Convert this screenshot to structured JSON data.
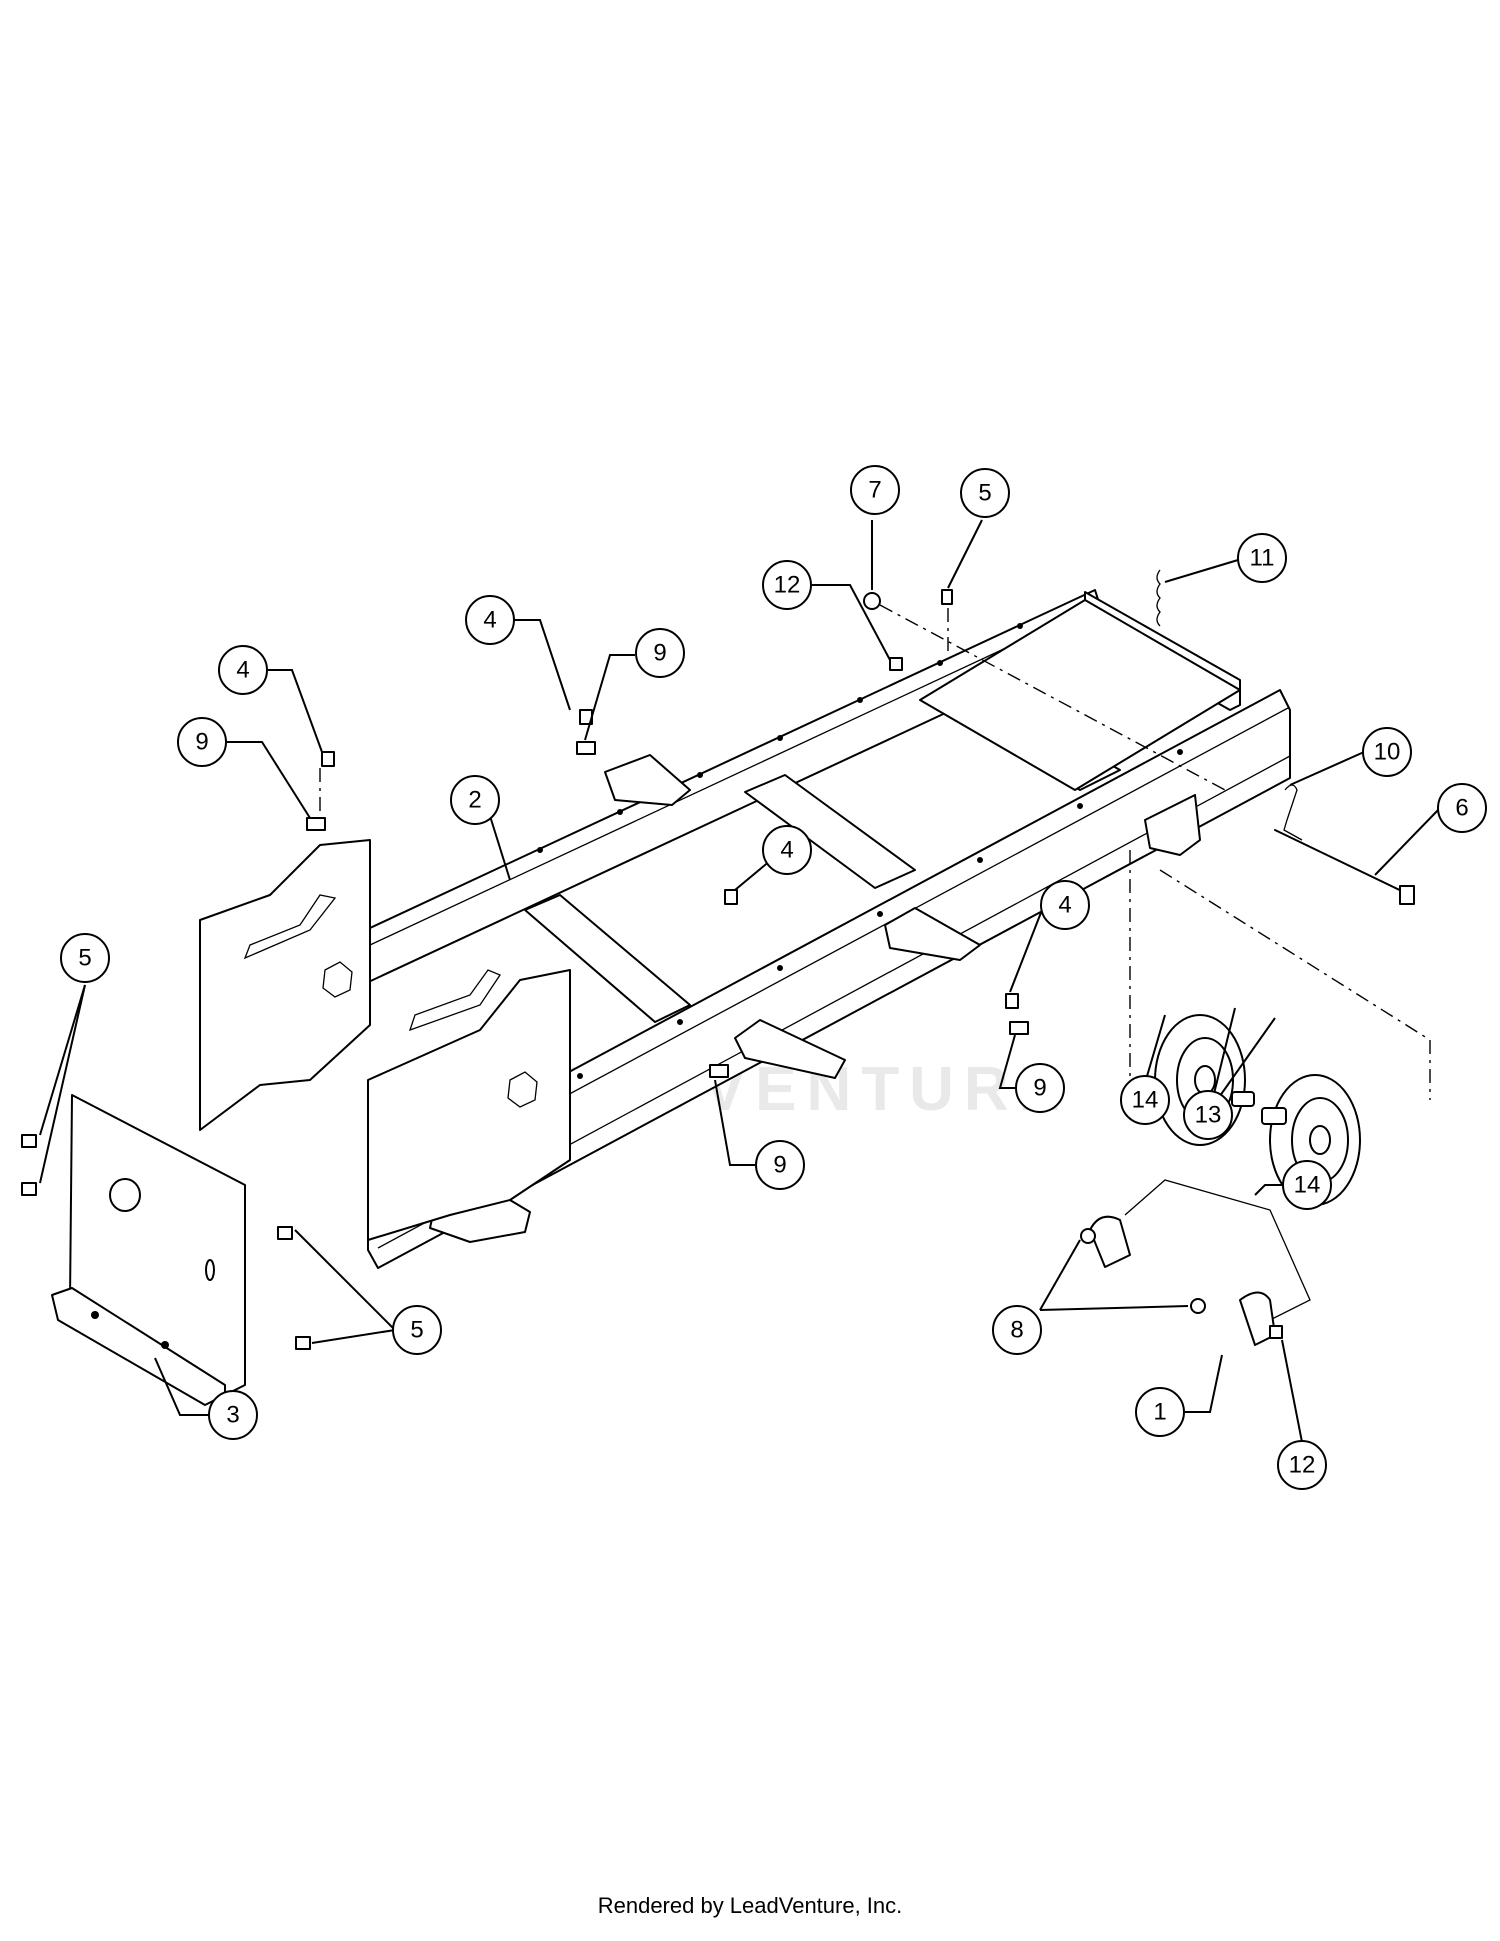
{
  "watermark": "LEADVENTURE",
  "footer": "Rendered by LeadVenture, Inc.",
  "callouts": [
    {
      "id": "c7",
      "label": "7"
    },
    {
      "id": "c5a",
      "label": "5"
    },
    {
      "id": "c12a",
      "label": "12"
    },
    {
      "id": "c11",
      "label": "11"
    },
    {
      "id": "c4a",
      "label": "4"
    },
    {
      "id": "c9a",
      "label": "9"
    },
    {
      "id": "c4b",
      "label": "4"
    },
    {
      "id": "c9b",
      "label": "9"
    },
    {
      "id": "c2",
      "label": "2"
    },
    {
      "id": "c10",
      "label": "10"
    },
    {
      "id": "c6",
      "label": "6"
    },
    {
      "id": "c4c",
      "label": "4"
    },
    {
      "id": "c4d",
      "label": "4"
    },
    {
      "id": "c5b",
      "label": "5"
    },
    {
      "id": "c9c",
      "label": "9"
    },
    {
      "id": "c14a",
      "label": "14"
    },
    {
      "id": "c13",
      "label": "13"
    },
    {
      "id": "c9d",
      "label": "9"
    },
    {
      "id": "c14b",
      "label": "14"
    },
    {
      "id": "c5c",
      "label": "5"
    },
    {
      "id": "c8",
      "label": "8"
    },
    {
      "id": "c3",
      "label": "3"
    },
    {
      "id": "c1",
      "label": "1"
    },
    {
      "id": "c12b",
      "label": "12"
    }
  ]
}
